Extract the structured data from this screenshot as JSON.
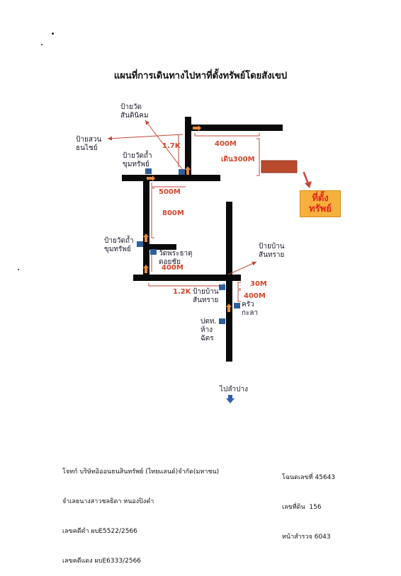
{
  "title": "แผนที่การเดินทางไปหาที่ตั้งทรัพย์โดยสังเขป",
  "property_label": "ที่ตั้ง\nทรัพย์",
  "landmarks": {
    "wat_santinikhom": "ป้ายวัด\nสันตินิคม",
    "suan_thanachai": "ป้ายสวน\nธนไชย์",
    "wat_tham_top": "ป้ายวัดถ้ำ\nขุมทรัพย์",
    "wat_tham_mid": "ป้ายวัดถ้ำ\nขุมทรัพย์",
    "wat_phrathat": "วัดพระธาตุ\nดอยชัย",
    "sansai_right": "ป้ายบ้าน\nสันทราย",
    "sansai_center": "ป้ายบ้าน\nสันทราย",
    "krua_kala": "ครัว\nกะลา",
    "ptt_shop": "ปตท.\nห้าง\nฉัตร",
    "to_lampang": "ไปลำปาง"
  },
  "distances": {
    "d_1_7k": "1.7K",
    "d_400_top": "400M",
    "d_walk_300": "เดิน300M",
    "d_500": "500M",
    "d_800": "800M",
    "d_400_mid": "400M",
    "d_1_2k": "1.2K",
    "d_30": "30M",
    "d_400_low": "400M"
  },
  "footer_left": {
    "line1": "โจทก์ บริษัทอิออนธนสินทรัพย์ (ไทยแลนด์)จำกัด(มหาชน)",
    "line2": "จำเลยนางสาวชลธิดา หนองปิงคำ",
    "line3": "เลขคดีดำ ผบE5522/2566",
    "line4": "เลขคดีแดง ผบE6333/2566"
  },
  "footer_right": {
    "line1": "โฉนดเลขที่ 45643",
    "line2": "เลขที่ดิน  156",
    "line3": "หน้าสำรวจ 6043"
  },
  "colors": {
    "road": "#0a0a0a",
    "pointer": "#c4473a",
    "arrow_orange": "#e8893c",
    "sign_blue": "#2f5f9a",
    "property_block": "#b94a2e",
    "badge_fill": "#f5b13c",
    "down_arrow": "#2d5fb0"
  }
}
